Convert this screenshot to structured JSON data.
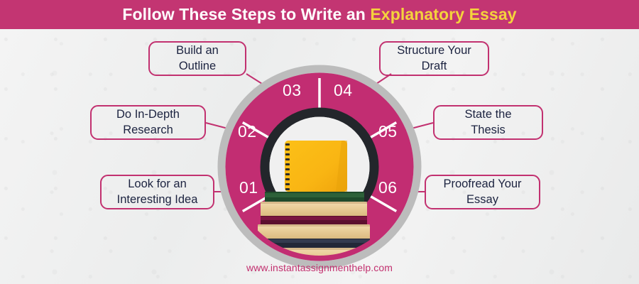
{
  "header": {
    "title_prefix": "Follow These Steps to Write an ",
    "title_highlight": "Explanatory Essay"
  },
  "colors": {
    "brand_magenta": "#c33572",
    "ring_magenta": "#c22d72",
    "outer_ring_gray": "#b8b8b8",
    "inner_arch_dark": "#23262b",
    "highlight_yellow": "#f4d33c",
    "label_text_navy": "#1c2340",
    "background": "#f1f1f1",
    "notebook_yellow": "#f9b515"
  },
  "wheel": {
    "segments": [
      {
        "number": "01",
        "label": "Look for an\nInteresting Idea",
        "side": "left"
      },
      {
        "number": "02",
        "label": "Do In-Depth\nResearch",
        "side": "left"
      },
      {
        "number": "03",
        "label": "Build an\nOutline",
        "side": "left"
      },
      {
        "number": "04",
        "label": "Structure Your\nDraft",
        "side": "right"
      },
      {
        "number": "05",
        "label": "State the\nThesis",
        "side": "right"
      },
      {
        "number": "06",
        "label": "Proofread Your\nEssay",
        "side": "right"
      }
    ],
    "center_icon": "book-stack-with-notebook-icon"
  },
  "labels": {
    "step1_line1": "Look for an",
    "step1_line2": "Interesting Idea",
    "step2_line1": "Do In-Depth",
    "step2_line2": "Research",
    "step3_line1": "Build an",
    "step3_line2": "Outline",
    "step4_line1": "Structure Your",
    "step4_line2": "Draft",
    "step5_line1": "State the",
    "step5_line2": "Thesis",
    "step6_line1": "Proofread Your",
    "step6_line2": "Essay"
  },
  "numbers": {
    "n1": "01",
    "n2": "02",
    "n3": "03",
    "n4": "04",
    "n5": "05",
    "n6": "06"
  },
  "footer": {
    "url": "www.instantassignmenthelp.com"
  }
}
